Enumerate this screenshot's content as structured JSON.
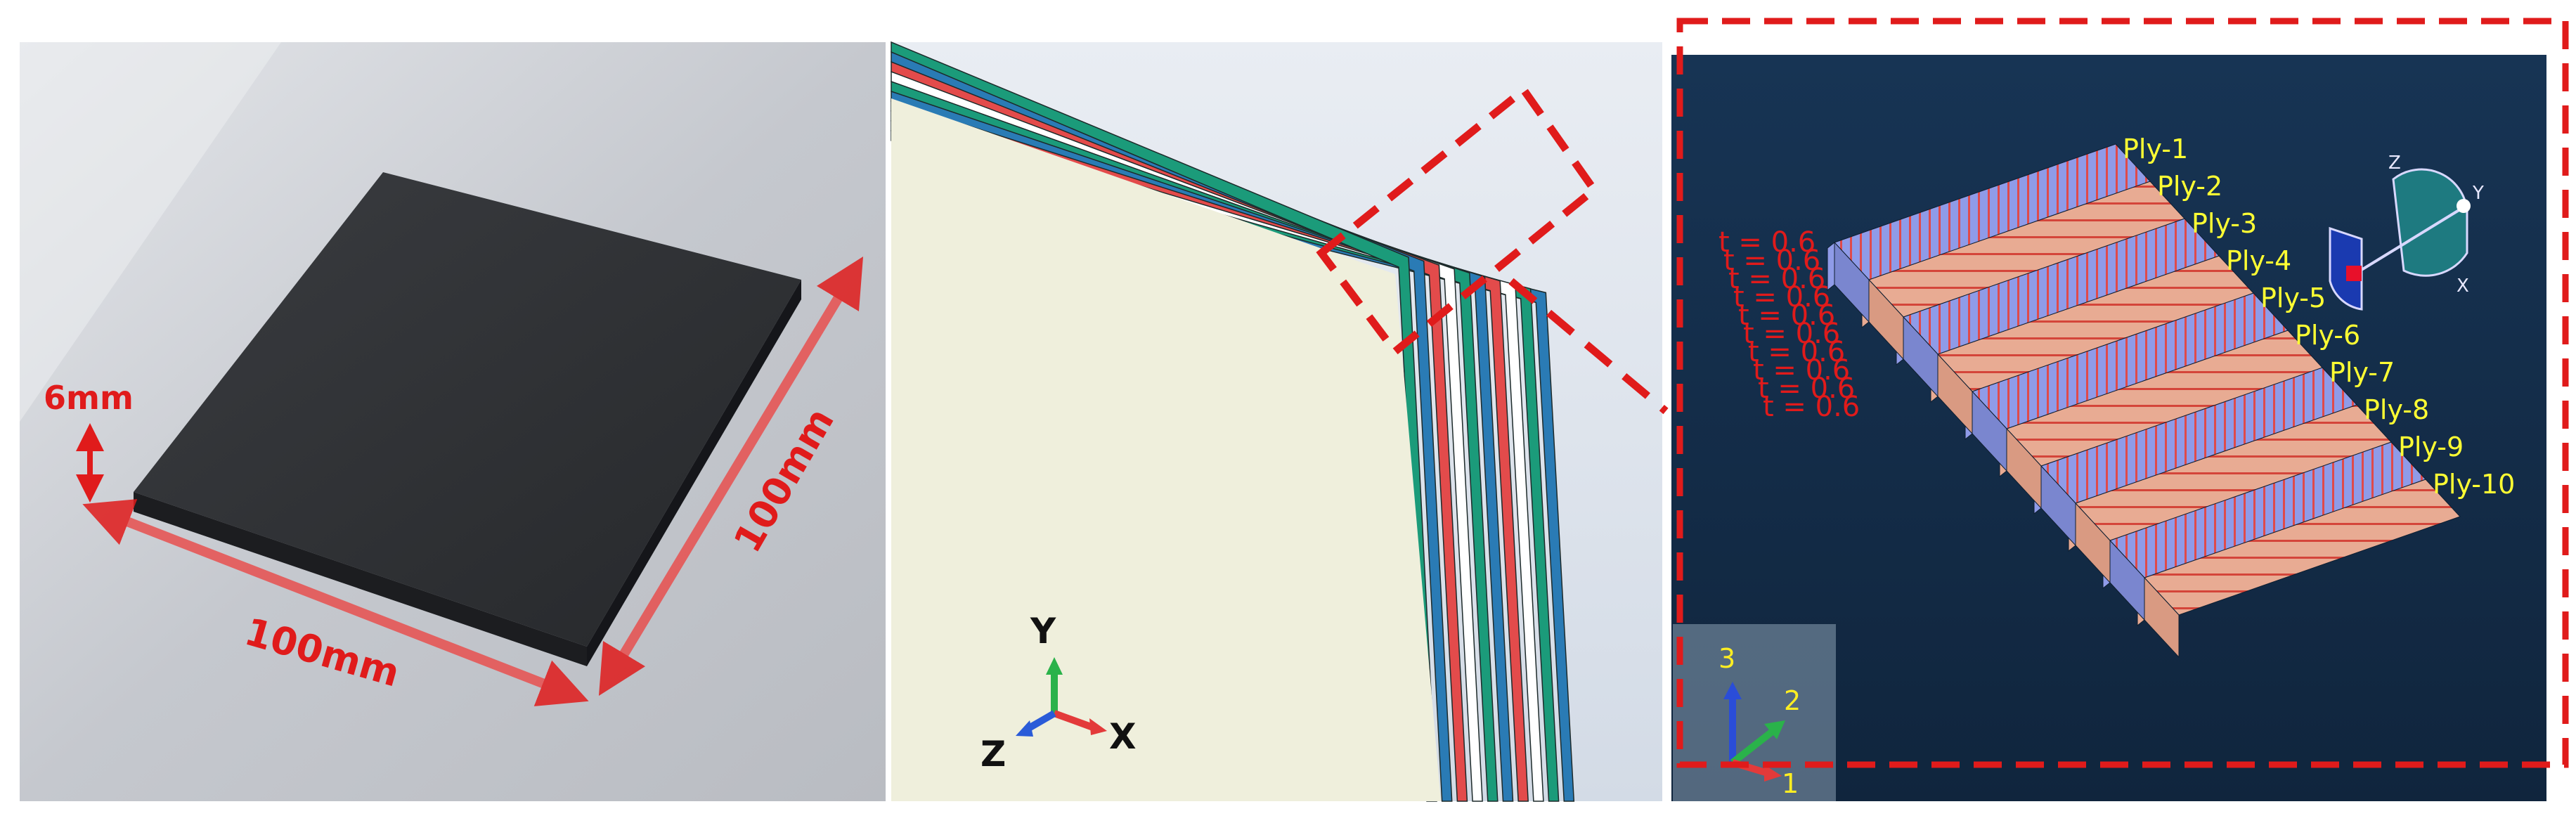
{
  "panels": {
    "photo": {
      "dim_thickness": "6mm",
      "dim_width": "100mm",
      "dim_length": "100mm",
      "plate_color": "#2b2d30",
      "arrow_color": "#e01b1b"
    },
    "laminate": {
      "axes": {
        "x": "X",
        "y": "Y",
        "z": "Z"
      },
      "layer_colors": [
        "#1b9b7a",
        "#2a7bb5",
        "#e34b4b",
        "#ffffff",
        "#1b9b7a",
        "#2a7bb5",
        "#e34b4b",
        "#ffffff",
        "#1b9b7a",
        "#2a7bb5"
      ],
      "face_color": "#efefdc"
    },
    "plies": {
      "background": "#15304a",
      "labels": [
        "Ply-1",
        "Ply-2",
        "Ply-3",
        "Ply-4",
        "Ply-5",
        "Ply-6",
        "Ply-7",
        "Ply-8",
        "Ply-9",
        "Ply-10"
      ],
      "thickness_labels": [
        "t = 0.6",
        "t = 0.6",
        "t = 0.6",
        "t = 0.6",
        "t = 0.6",
        "t = 0.6",
        "t = 0.6",
        "t = 0.6",
        "t = 0.6",
        "t = 0.6"
      ],
      "ply_colors": [
        "#8f9be8",
        "#e8ab93"
      ],
      "triad_labels": {
        "one": "1",
        "two": "2",
        "three": "3"
      },
      "orient_labels": {
        "x": "X",
        "y": "Y",
        "z": "Z"
      }
    }
  }
}
